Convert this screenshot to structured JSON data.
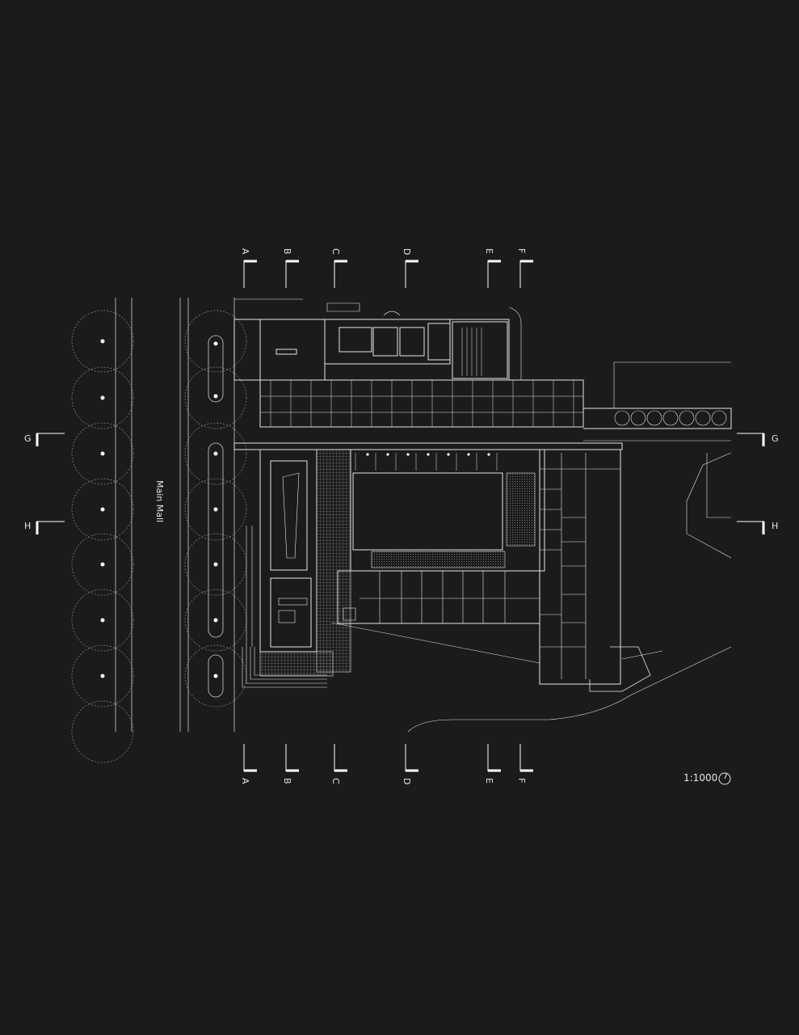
{
  "sections": {
    "vertical": [
      "A",
      "B",
      "C",
      "D",
      "E",
      "F"
    ],
    "horizontal": [
      "G",
      "H"
    ]
  },
  "labels": {
    "street": "Main Mall",
    "scale": "1:1000"
  },
  "icons": {
    "north": "north-arrow-icon"
  },
  "colors": {
    "background": "#1b1b1b",
    "line": "#e6e6e6"
  }
}
